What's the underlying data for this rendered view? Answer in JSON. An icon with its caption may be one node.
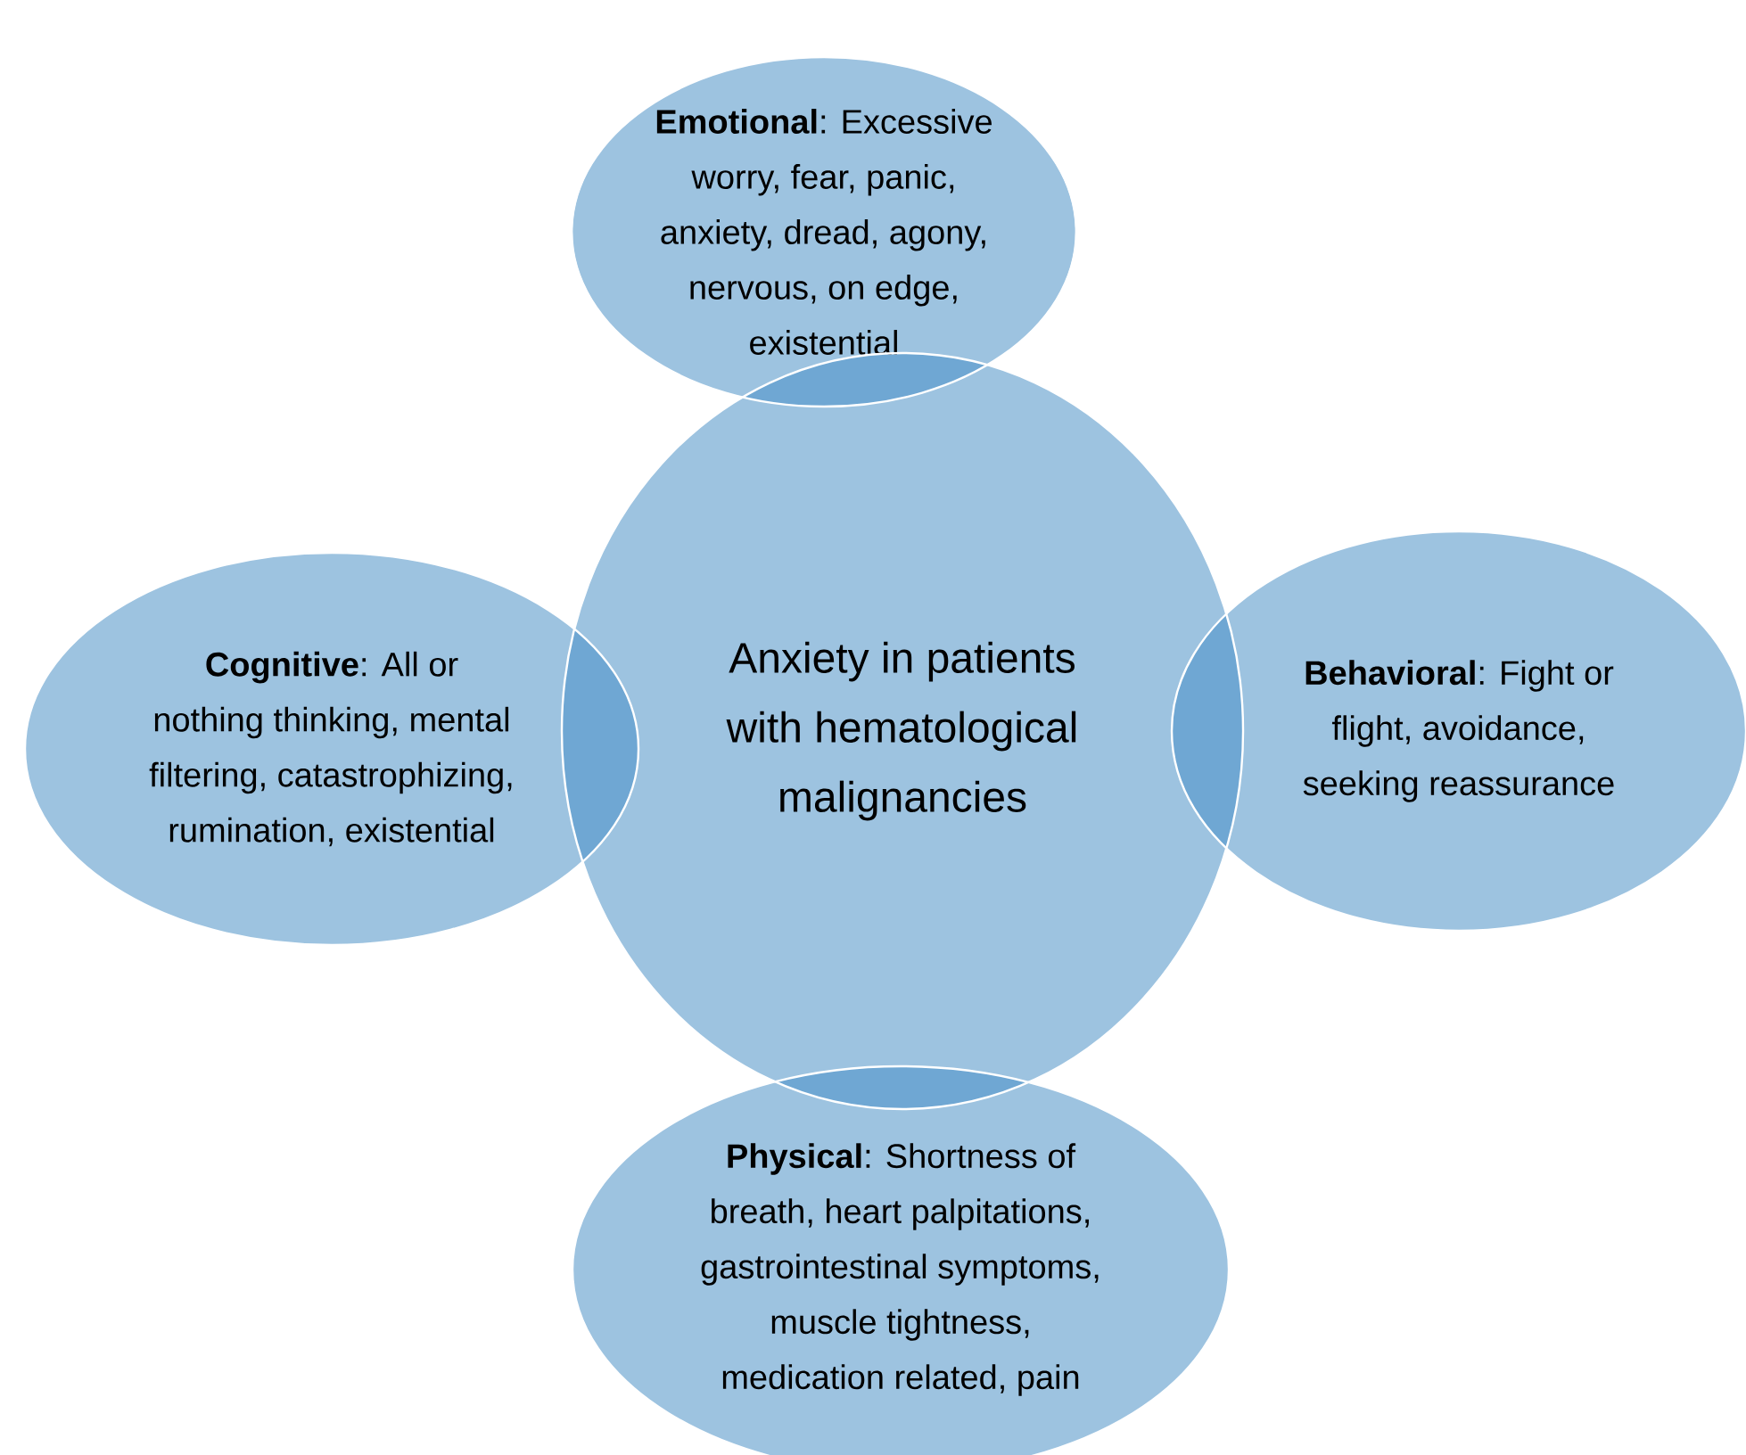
{
  "diagram": {
    "nodes": [
      {
        "text": [
          "**Emotional**: Excessive worry, fear, panic, anxiety, dread, agony, nervous, on edge, existential"
        ]
      },
      {
        "text": [
          "**Cognitive**: All or nothing thinking, mental filtering, catastrophizing, rumination, existential"
        ]
      },
      {
        "text": [
          "Anxiety in patients with hematological malignancies"
        ]
      },
      {
        "text": [
          "**Behavioral**: Fight or flight, avoidance, seeking reassurance"
        ]
      },
      {
        "text": [
          "**Physical**: Shortness of breath, heart palpitations, gastrointestinal symptoms, muscle tightness, medication related, pain"
        ]
      }
    ]
  }
}
